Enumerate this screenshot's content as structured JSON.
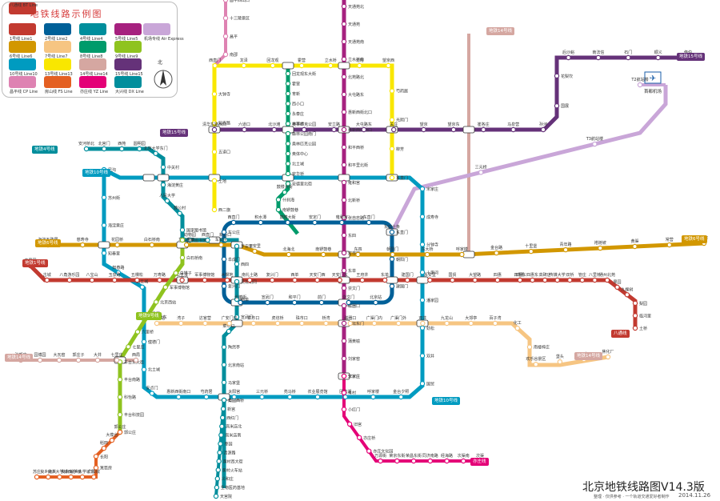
{
  "legend": {
    "title": "地铁线路示例图",
    "north_label": "北",
    "items": [
      {
        "label": "1号线 Line1",
        "color": "#c23a30"
      },
      {
        "label": "2号线 Line2",
        "color": "#006098"
      },
      {
        "label": "4号线 Line4",
        "color": "#008e9c"
      },
      {
        "label": "5号线 Line5",
        "color": "#a6217f"
      },
      {
        "label": "机场专线 Air Express",
        "color": "#c9a6d8"
      },
      {
        "label": "6号线 Line6",
        "color": "#d29700"
      },
      {
        "label": "7号线 Line7",
        "color": "#f6c582"
      },
      {
        "label": "8号线 Line8",
        "color": "#009b6b"
      },
      {
        "label": "9号线 Line9",
        "color": "#8fc31f"
      },
      {
        "label": "10号线 Line10",
        "color": "#009bc0"
      },
      {
        "label": "13号线 Line13",
        "color": "#f9e700"
      },
      {
        "label": "14号线 Line14",
        "color": "#d5a7a1"
      },
      {
        "label": "15号线 Line15",
        "color": "#653279"
      },
      {
        "label": "昌平线 CP Line",
        "color": "#de82b2"
      },
      {
        "label": "房山线 FS Line",
        "color": "#e46022"
      },
      {
        "label": "亦庄线 YZ Line",
        "color": "#e40077"
      },
      {
        "label": "大兴线 DX Line",
        "color": "#008e9c"
      },
      {
        "label": "八通线 BT Line",
        "color": "#c23a30"
      }
    ]
  },
  "line_tags": [
    {
      "label": "地铁14号线",
      "color": "#d5a7a1"
    },
    {
      "label": "地铁15号线",
      "color": "#653279"
    },
    {
      "label": "地铁15号线",
      "color": "#653279"
    },
    {
      "label": "地铁4号线",
      "color": "#008e9c"
    },
    {
      "label": "地铁10号线",
      "color": "#009bc0"
    },
    {
      "label": "地铁6号线",
      "color": "#d29700"
    },
    {
      "label": "地铁6号线",
      "color": "#d29700"
    },
    {
      "label": "地铁1号线",
      "color": "#c23a30"
    },
    {
      "label": "地铁9号线",
      "color": "#8fc31f"
    },
    {
      "label": "地铁14号线",
      "color": "#d5a7a1"
    },
    {
      "label": "地铁14号线",
      "color": "#d5a7a1"
    },
    {
      "label": "地铁10号线",
      "color": "#009bc0"
    },
    {
      "label": "亦庄线",
      "color": "#e40077"
    },
    {
      "label": "八通线",
      "color": "#c23a30"
    }
  ],
  "stations": {
    "changping": [
      "昌平西山口",
      "十三陵景区",
      "昌平",
      "南邵"
    ],
    "line13": [
      "西二旗",
      "上地",
      "五道口",
      "知春路",
      "大钟寺",
      "西直门",
      "龙泽",
      "回龙观",
      "霍营",
      "立水桥",
      "北苑",
      "望京西",
      "芍药居",
      "光熙门",
      "柳芳",
      "东直门"
    ],
    "line5": [
      "天通苑北",
      "天通苑",
      "天通苑南",
      "立水桥南",
      "北苑路北",
      "大屯路东",
      "惠新西街北口",
      "惠新西街南口",
      "和平西桥",
      "和平里北街",
      "雍和宫",
      "北新桥",
      "张自忠路",
      "东四",
      "灯市口",
      "东单",
      "崇文门",
      "磁器口",
      "天坛东门",
      "蒲黄榆",
      "刘家窑",
      "宋家庄"
    ],
    "line4": [
      "安河桥北",
      "北宫门",
      "西苑",
      "圆明园",
      "北京大学东门",
      "中关村",
      "海淀黄庄",
      "人民大学",
      "魏公村",
      "国家图书馆",
      "动物园",
      "西直门",
      "新街口",
      "平安里",
      "西四",
      "灵境胡同",
      "西单",
      "宣武门",
      "菜市口",
      "陶然亭",
      "北京南站",
      "马家堡",
      "角门西"
    ],
    "line10": [
      "巴沟",
      "苏州街",
      "海淀黄庄",
      "知春里",
      "知春路",
      "西土城",
      "牡丹园",
      "健德门",
      "北土城",
      "安贞门",
      "惠新西街南口",
      "芍药居",
      "太阳宫",
      "三元桥",
      "亮马桥",
      "农业展览馆",
      "团结湖",
      "呼家楼",
      "金台夕照",
      "国贸",
      "双井",
      "劲松",
      "潘家园",
      "十里河",
      "分钟寺",
      "成寿寺",
      "宋家庄"
    ],
    "line1": [
      "苹果园",
      "古城",
      "八角游乐园",
      "八宝山",
      "玉泉路",
      "五棵松",
      "万寿路",
      "公主坟",
      "军事博物馆",
      "木樨地",
      "南礼士路",
      "复兴门",
      "西单",
      "天安门西",
      "天安门东",
      "王府井",
      "东单",
      "建国门",
      "永安里",
      "国贸",
      "大望路",
      "四惠",
      "四惠东"
    ],
    "line6": [
      "海淀五路居",
      "慈寿寺",
      "花园桥",
      "白石桥南",
      "车公庄西",
      "车公庄",
      "平安里",
      "北海北",
      "南锣鼓巷",
      "东四",
      "朝阳门",
      "东大桥",
      "呼家楼",
      "金台路",
      "十里堡",
      "青年路",
      "褡裢坡",
      "黄渠",
      "常营",
      "草房"
    ],
    "line8": [
      "回龙观东大街",
      "霍营",
      "育新",
      "西小口",
      "永泰庄",
      "林萃桥",
      "森林公园南门",
      "奥林匹克公园",
      "奥体中心",
      "北土城",
      "安华桥",
      "安德里北街",
      "鼓楼大街",
      "什刹海",
      "南锣鼓巷"
    ],
    "line15": [
      "俸伯",
      "顺义",
      "石门",
      "南法信",
      "后沙峪",
      "花梨坎",
      "国展",
      "孙河",
      "马泉营",
      "崔各庄",
      "望京东",
      "望京",
      "关庄",
      "大屯路东",
      "安立路",
      "奥林匹克公园",
      "北沙滩",
      "六道口",
      "清华东路西口"
    ],
    "line7": [
      "北京西站",
      "湾子",
      "达官营",
      "广安门内",
      "菜市口",
      "虎坊桥",
      "珠市口",
      "桥湾",
      "磁器口",
      "广渠门内",
      "广渠门外",
      "双井",
      "九龙山",
      "大郊亭",
      "百子湾",
      "化工",
      "南楼梓庄",
      "欢乐谷景区",
      "垡头",
      "双合",
      "焦化厂"
    ],
    "line9": [
      "国家图书馆",
      "白石桥南",
      "白堆子",
      "军事博物馆",
      "北京西站",
      "六里桥东",
      "六里桥",
      "七里庄",
      "丰台东大街",
      "丰台南路",
      "科怡路",
      "丰台科技园",
      "郭公庄"
    ],
    "fangshan": [
      "郭公庄",
      "大葆台",
      "稻田",
      "长阳",
      "篱笆房",
      "广阳城",
      "良乡大学城北",
      "良乡大学城",
      "良乡大学城西",
      "良乡南关",
      "苏庄"
    ],
    "line14": [
      "张郭庄",
      "园博园",
      "大瓦窑",
      "郭庄子",
      "大井",
      "七里庄",
      "西局"
    ],
    "daxing": [
      "公益西桥",
      "新宫",
      "西红门",
      "高米店北",
      "高米店南",
      "枣园",
      "清源路",
      "黄村西大街",
      "黄村火车站",
      "义和庄",
      "生物医药基地",
      "天宫院"
    ],
    "yizhuang": [
      "宋家庄",
      "肖村",
      "小红门",
      "旧宫",
      "亦庄桥",
      "亦庄文化园",
      "万源街",
      "荣京东街",
      "荣昌东街",
      "同济南路",
      "经海路",
      "次渠南",
      "次渠"
    ],
    "batong": [
      "四惠",
      "四惠东",
      "高碑店",
      "传媒大学",
      "双桥",
      "管庄",
      "八里桥",
      "通州北苑",
      "果园",
      "九棵树",
      "梨园",
      "临河里",
      "土桥"
    ],
    "airport": [
      "东直门",
      "三元桥",
      "T3航站楼",
      "T2航站楼"
    ],
    "line2": [
      "西直门",
      "积水潭",
      "鼓楼大街",
      "安定门",
      "雍和宫",
      "东直门",
      "东四十条",
      "朝阳门",
      "建国门",
      "北京站",
      "崇文门",
      "前门",
      "和平门",
      "宣武门",
      "长椿街",
      "复兴门",
      "阜成门",
      "车公庄"
    ]
  },
  "airport_label": "首都机场",
  "footer": {
    "title": "北京地铁线路图V14.3版",
    "note": "整理 · 仅供参考 · 一个轨道交通爱好者制作",
    "date": "2014.11.26"
  }
}
